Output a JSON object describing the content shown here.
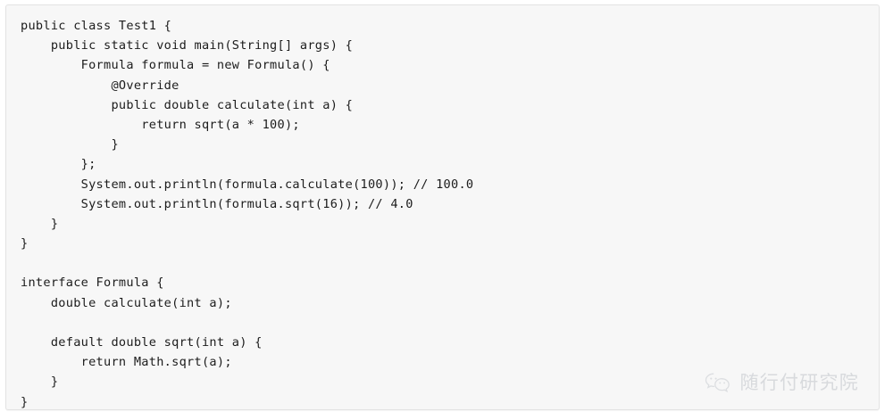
{
  "document": {
    "type": "code-snippet",
    "language": "java",
    "background_color": "#f7f7f7",
    "border_color": "#e3e3e3",
    "text_color": "#1c1c1c"
  },
  "code": {
    "lines": [
      "public class Test1 {",
      "    public static void main(String[] args) {",
      "        Formula formula = new Formula() {",
      "            @Override",
      "            public double calculate(int a) {",
      "                return sqrt(a * 100);",
      "            }",
      "        };",
      "        System.out.println(formula.calculate(100)); // 100.0",
      "        System.out.println(formula.sqrt(16)); // 4.0",
      "    }",
      "}",
      "",
      "interface Formula {",
      "    double calculate(int a);",
      "",
      "    default double sqrt(int a) {",
      "        return Math.sqrt(a);",
      "    }",
      "}"
    ]
  },
  "watermark": {
    "icon": "wechat-icon",
    "label": "随行付研究院",
    "color": "#d8dadd"
  }
}
